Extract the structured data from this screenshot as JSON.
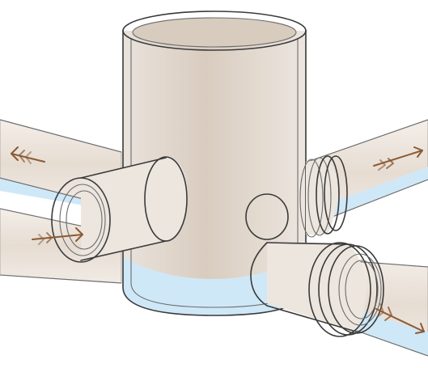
{
  "diagram": {
    "colors": {
      "pipe_fill": "#efe9e3",
      "tank_fill": "#e3d8cc",
      "water": "#cfe8f7",
      "outline": "#3a3a3a",
      "arrow": "#8a5a34"
    },
    "flow_arrows": [
      {
        "id": "inlet-upper-left",
        "direction": "left"
      },
      {
        "id": "inlet-lower-left",
        "direction": "right"
      },
      {
        "id": "outlet-right-upper",
        "direction": "right"
      },
      {
        "id": "outlet-right-lower",
        "direction": "right"
      }
    ]
  }
}
